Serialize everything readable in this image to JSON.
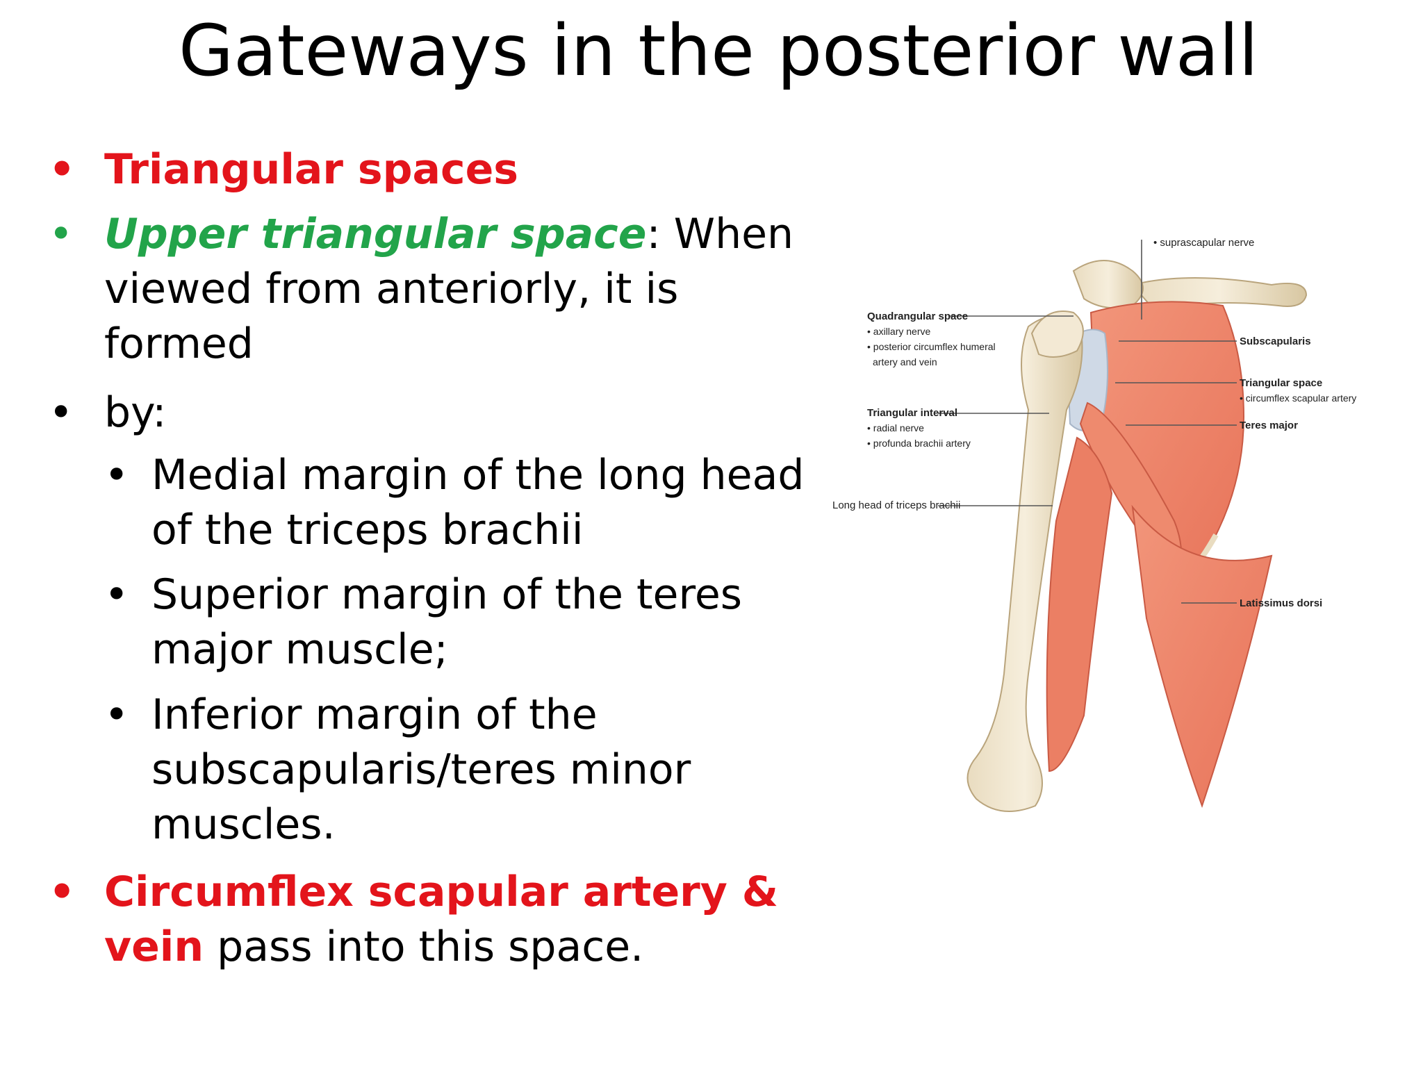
{
  "title": "Gateways in the posterior wall",
  "bullets": {
    "b1": {
      "text": "Triangular spaces"
    },
    "b2": {
      "lead": "Upper triangular space",
      "rest_line1": ":  When",
      "line2": "viewed from anteriorly, it is",
      "line3": "formed"
    },
    "b3": {
      "text": " by:"
    },
    "sub1": {
      "line1": "Medial margin of the long head",
      "line2": "of the triceps brachii"
    },
    "sub2": {
      "line1": "Superior margin of the teres",
      "line2": "major muscle;"
    },
    "sub3": {
      "line1": "Inferior margin of the",
      "line2": "subscapularis/teres minor",
      "line3": "muscles."
    },
    "b4": {
      "red1": "Circumflex scapular artery &",
      "red2": "vein",
      "rest": " pass into this space."
    }
  },
  "bullet_char": "•",
  "colors": {
    "red": "#e3141b",
    "green": "#22a44a"
  },
  "illustration": {
    "labels": {
      "suprascapular": "• suprascapular nerve",
      "quad_title": "Quadrangular space",
      "quad_1": "• axillary nerve",
      "quad_2": "• posterior circumflex humeral",
      "quad_3": "artery and vein",
      "tri_int_title": "Triangular interval",
      "tri_int_1": "• radial nerve",
      "tri_int_2": "• profunda brachii artery",
      "long_head": "Long head of triceps brachii",
      "subscapularis": "Subscapularis",
      "tri_space_title": "Triangular space",
      "tri_space_1": "• circumflex scapular artery",
      "teres_major": "Teres major",
      "latissimus": "Latissimus dorsi"
    }
  }
}
